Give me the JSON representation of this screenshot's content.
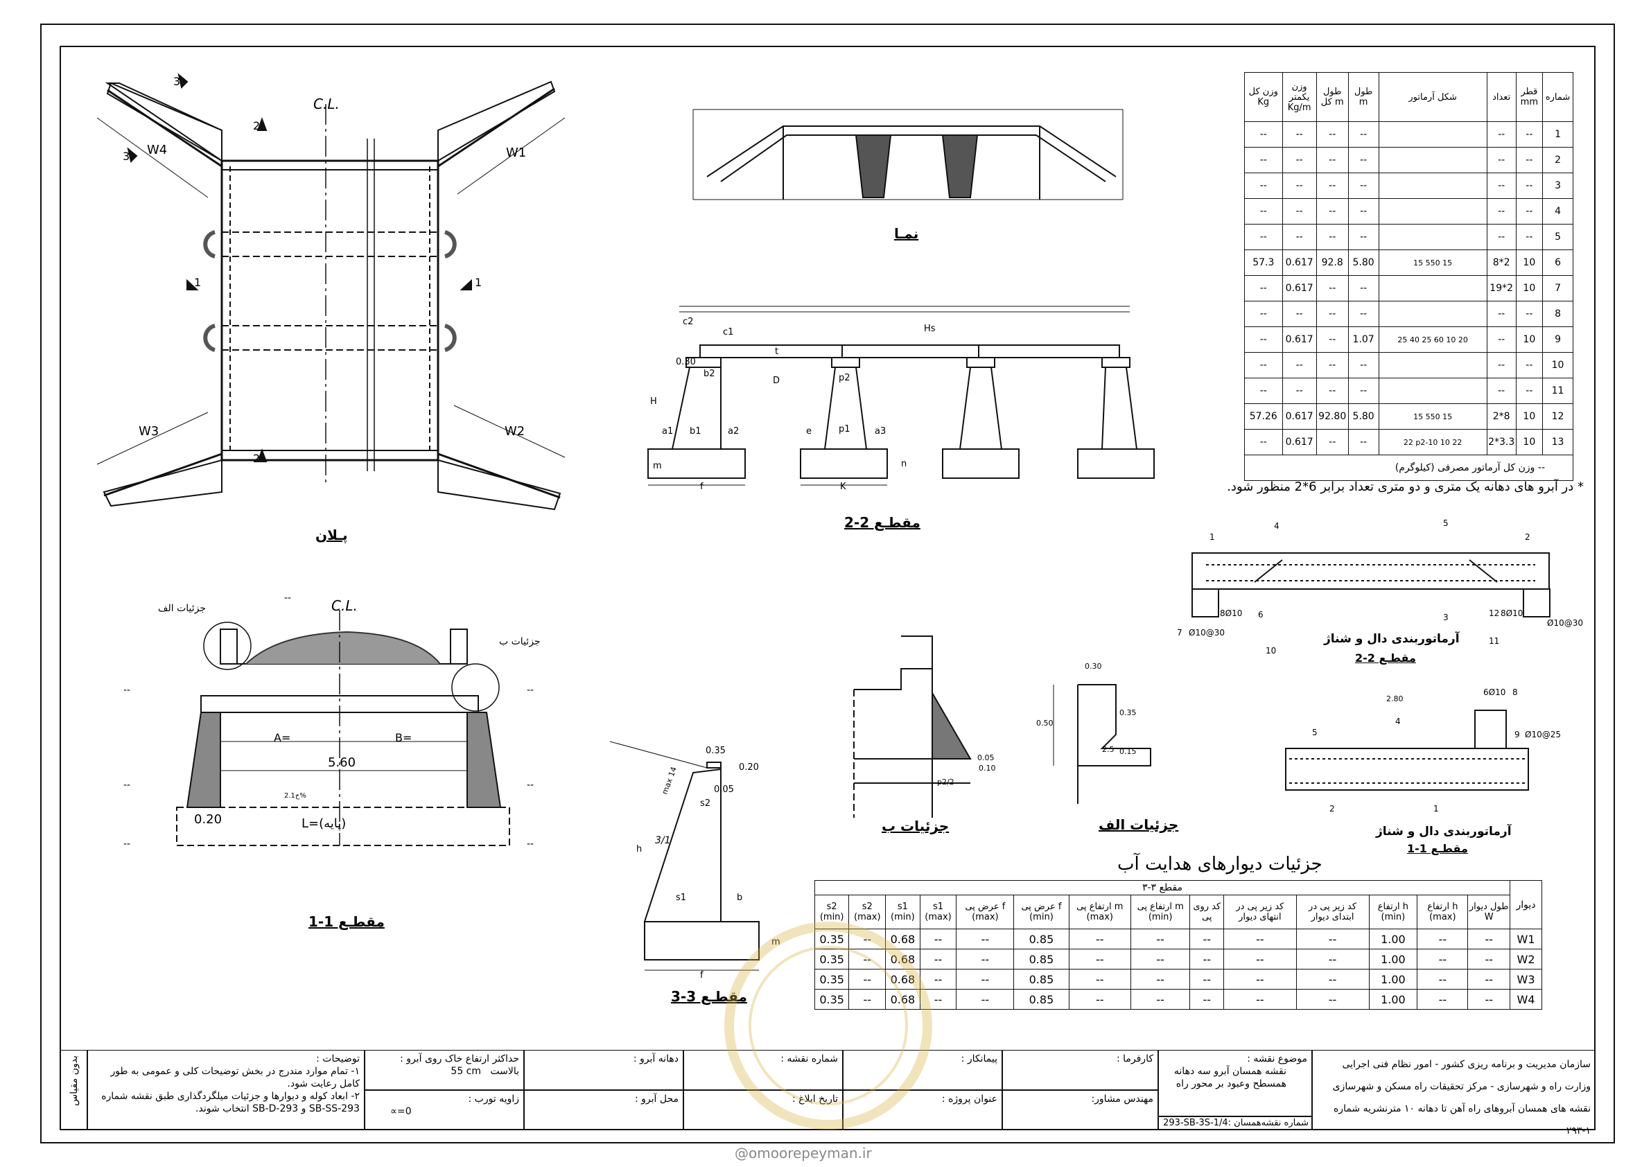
{
  "plan": {
    "title": "پـلان",
    "cl": "C.L.",
    "section_marks": [
      "1",
      "1",
      "2",
      "2",
      "3",
      "3"
    ],
    "wing_labels": [
      "W1",
      "W2",
      "W3",
      "W4"
    ]
  },
  "elevation": {
    "title": "نمـا"
  },
  "section22": {
    "title": "مقطـع 2-2",
    "labels": [
      "c2",
      "c1",
      "Hs",
      "0.30",
      "b2",
      "p2",
      "D",
      "t",
      "H",
      "a1",
      "b1",
      "a2",
      "e",
      "p1",
      "a3",
      "m",
      "f",
      "K",
      "n"
    ]
  },
  "section11": {
    "title": "مقطـع 1-1",
    "cl": "C.L.",
    "detail_a": "جزئیات الف",
    "detail_b": "جزئیات ب",
    "dash": "--",
    "a_label": "A=",
    "b_label": "B=",
    "span": "5.60",
    "left_dim": "0.20",
    "base_label": "L=(پایه)",
    "slope": "ح2.1%"
  },
  "section33": {
    "title": "مقطـع 3-3",
    "labels": [
      "0.35",
      "0.20",
      "0.05",
      "s2",
      "max 14",
      "h",
      "3/1",
      "s1",
      "b",
      "m",
      "f"
    ]
  },
  "detail_b": {
    "title": "جزئیات ب",
    "labels": [
      "0.05",
      "0.10",
      "p2/2"
    ]
  },
  "detail_a": {
    "title": "جزئیات الف",
    "labels": [
      "0.30",
      "0.50",
      "0.35",
      "2.5",
      "0.15"
    ]
  },
  "slab22": {
    "title1": "آرماتوربندی دال و شناژ",
    "title2": "مقطـع 2-2",
    "labels": [
      "8Ø10",
      "12",
      "8Ø10",
      "7",
      "Ø10@30",
      "Ø10@30",
      "1",
      "2",
      "3",
      "4",
      "5",
      "6",
      "10",
      "11"
    ]
  },
  "slab11": {
    "title1": "آرماتوربندی دال و شناژ",
    "title2": "مقطـع 1-1",
    "labels": [
      "2.80",
      "6Ø10",
      "8",
      "Ø10@25",
      "9",
      "4",
      "5",
      "2",
      "1"
    ]
  },
  "rebar_table": {
    "headers": [
      "شماره",
      "قطر mm",
      "تعداد",
      "شکل آرماتور",
      "طول m",
      "طول کل m",
      "وزن یکمتر Kg/m",
      "وزن کل Kg"
    ],
    "rows": [
      [
        "1",
        "--",
        "--",
        "",
        "--",
        "--",
        "--",
        "--"
      ],
      [
        "2",
        "--",
        "--",
        "",
        "--",
        "--",
        "--",
        "--"
      ],
      [
        "3",
        "--",
        "--",
        "",
        "--",
        "--",
        "--",
        "--"
      ],
      [
        "4",
        "--",
        "--",
        "",
        "--",
        "--",
        "--",
        "--"
      ],
      [
        "5",
        "--",
        "--",
        "",
        "--",
        "--",
        "--",
        "--"
      ],
      [
        "6",
        "10",
        "8*2",
        "15 550 15",
        "5.80",
        "92.8",
        "0.617",
        "57.3"
      ],
      [
        "7",
        "10",
        "19*2",
        "",
        "--",
        "--",
        "0.617",
        "--"
      ],
      [
        "8",
        "--",
        "--",
        "",
        "--",
        "--",
        "--",
        "--"
      ],
      [
        "9",
        "10",
        "--",
        "25 40 25 60 10 20",
        "1.07",
        "--",
        "0.617",
        "--"
      ],
      [
        "10",
        "--",
        "--",
        "",
        "--",
        "--",
        "--",
        "--"
      ],
      [
        "11",
        "--",
        "--",
        "",
        "--",
        "--",
        "--",
        "--"
      ],
      [
        "12",
        "10",
        "2*8",
        "15 550 15",
        "5.80",
        "92.80",
        "0.617",
        "57.26"
      ],
      [
        "13",
        "10",
        "2*3.3",
        "22 p2-10 10 22",
        "--",
        "--",
        "0.617",
        "--"
      ]
    ],
    "total": "-- وزن کل آرماتور مصرفی (کیلوگرم)",
    "note": "* در آبرو های دهانه یک متری و دو متری تعداد برابر 6*2 منظور شود."
  },
  "walls": {
    "title": "جزئیات دیوارهای هدایت آب",
    "section_header": "مقطع ۳-۳",
    "headers": [
      "s2 (min)",
      "s2 (max)",
      "s1 (min)",
      "s1 (max)",
      "عرض پی f (max)",
      "عرض پی f (min)",
      "ارتفاع پی m (max)",
      "ارتفاع پی m (min)",
      "کد روی پی",
      "کد زیر پی در انتهای دیوار",
      "کد زیر پی در ابتدای دیوار",
      "ارتفاع h (min)",
      "ارتفاع h (max)",
      "طول دیوار W",
      "دیوار"
    ],
    "rows": [
      [
        "0.35",
        "--",
        "0.68",
        "--",
        "--",
        "0.85",
        "--",
        "--",
        "--",
        "--",
        "--",
        "1.00",
        "--",
        "--",
        "W1"
      ],
      [
        "0.35",
        "--",
        "0.68",
        "--",
        "--",
        "0.85",
        "--",
        "--",
        "--",
        "--",
        "--",
        "1.00",
        "--",
        "--",
        "W2"
      ],
      [
        "0.35",
        "--",
        "0.68",
        "--",
        "--",
        "0.85",
        "--",
        "--",
        "--",
        "--",
        "--",
        "1.00",
        "--",
        "--",
        "W3"
      ],
      [
        "0.35",
        "--",
        "0.68",
        "--",
        "--",
        "0.85",
        "--",
        "--",
        "--",
        "--",
        "--",
        "1.00",
        "--",
        "--",
        "W4"
      ]
    ]
  },
  "title_block": {
    "org": "سازمان مدیریت و برنامه ریزی کشور - امور نظام فنی اجرایی",
    "ministry": "وزارت راه و شهرسازی - مرکز تحقیقات راه مسکن و شهرسازی",
    "series": "نقشه های همسان آبروهای راه آهن تا دهانه ۱۰ مترنشریه شماره ۱-۲۹۳",
    "subject_label": "موضوع نقشه :",
    "subject1": "نقشه همسان آبرو سه دهانه",
    "subject2": "همسطح وعبود بر محور راه",
    "std_no_label": "شماره نقشه‌همسان :",
    "std_no": "293-SB-3S-1/4",
    "client": "کارفرما :",
    "consultant": "مهندس مشاور:",
    "contractor": "پیمانکار :",
    "project": "عنوان پروژه :",
    "sheet_no": "شماره نقشه :",
    "issue_date": "تاریخ ابلاغ :",
    "opening": "دهانه آبرو :",
    "location": "محل آبرو :",
    "max_fill": "حداکثر ارتفاع خاک روی آبرو :",
    "ballast": "بالاست",
    "ballast_val": "55 cm",
    "skew": "زاویه تورب :",
    "skew_val": "∝=0",
    "notes_title": "توضیحات :",
    "note1": "۱- تمام موارد مندرج در بخش توضیحات کلی و عمومی به طور کامل رعایت شود.",
    "note2": "۲- ابعاد کوله و دیوارها و جزئیات میلگردگذاری طبق نقشه شماره 293-SB-SS و 293-SB-D انتخاب شوند.",
    "no_scale": "بدون مقیاس"
  },
  "watermark": "@omoorepeyman.ir"
}
